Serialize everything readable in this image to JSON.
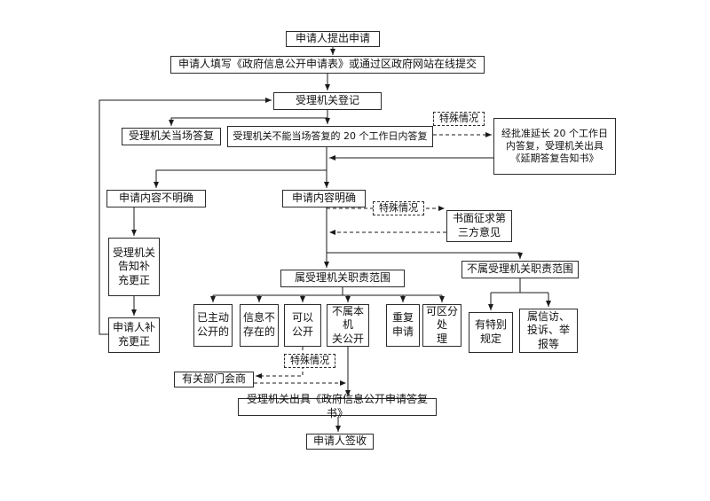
{
  "colors": {
    "background": "#ffffff",
    "line": "#1a1a1a",
    "box_border": "#2b2b2b",
    "text": "#111111"
  },
  "nodes": {
    "submit_application": "申请人提出申请",
    "fill_form": "申请人填写《政府信息公开申请表》或通过区政府网站在线提交",
    "register": "受理机关登记",
    "special_case_top": "特殊情况",
    "onsite_reply": "受理机关当场答复",
    "reply_within_20_days": "受理机关不能当场答复的 20 个工作日内答复",
    "extension_notice": "经批准延长 20 个工作日\n内答复，受理机关出具\n《延期答复告知书》",
    "content_unclear": "申请内容不明确",
    "content_clear": "申请内容明确",
    "special_case_mid": "特殊情况",
    "third_party_opinion": "书面征求第\n三方意见",
    "notify_supplement": "受理机关\n告知补\n充更正",
    "within_scope": "属受理机关职责范围",
    "outside_scope": "不属受理机关职责范围",
    "applicant_supplement": "申请人补\n充更正",
    "already_public": "已主动\n公开的",
    "info_not_exist": "信息不\n存在的",
    "can_disclose": "可以\n公开",
    "not_this_agency": "不属本机\n关公开",
    "repeated_application": "重复\n申请",
    "separable_handling": "可区分处\n理",
    "special_provisions": "有特别\n规定",
    "petition_complaint": "属信访、\n投诉、举\n报等",
    "special_case_bottom": "特殊情况",
    "department_consultation": "有关部门会商",
    "issue_reply_document": "受理机关出具《政府信息公开申请答复书》",
    "applicant_sign": "申请人签收"
  }
}
